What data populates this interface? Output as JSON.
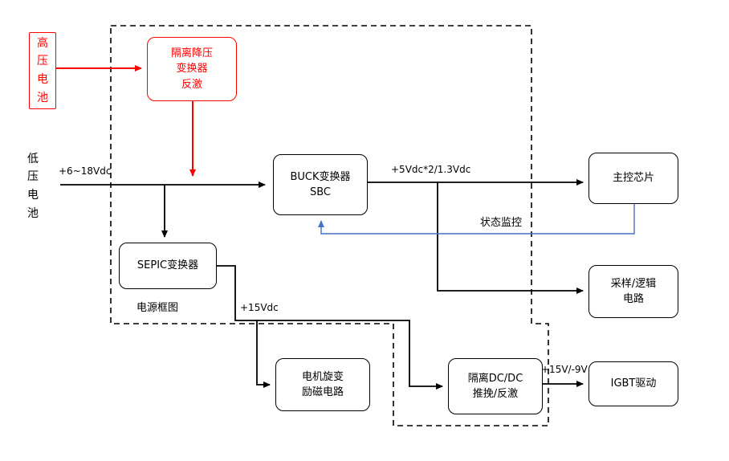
{
  "title": "电源框图",
  "colors": {
    "line_black": "#000000",
    "line_red": "#ff0000",
    "line_blue": "#4472c4",
    "background": "#ffffff"
  },
  "nodes": {
    "hv_battery": {
      "label": "高\n压\n电\n池"
    },
    "lv_battery": {
      "label": "低\n压\n电\n池"
    },
    "iso_flyback": {
      "label": "隔离降压\n变换器\n反激"
    },
    "buck_sbc": {
      "label": "BUCK变换器\nSBC"
    },
    "main_chip": {
      "label": "主控芯片"
    },
    "sepic": {
      "label": "SEPIC变换器"
    },
    "sampling_logic": {
      "label": "采样/逻辑\n电路"
    },
    "motor_resolver": {
      "label": "电机旋变\n励磁电路"
    },
    "iso_dcdc": {
      "label": "隔离DC/DC\n推挽/反激"
    },
    "igbt_drive": {
      "label": "IGBT驱动"
    }
  },
  "labels": {
    "power_block": "电源框图",
    "input_voltage": "+6~18Vdc",
    "buck_output": "+5Vdc*2/1.3Vdc",
    "status_monitor": "状态监控",
    "v15": "+15Vdc",
    "v15_neg9": "+15V/-9V"
  }
}
